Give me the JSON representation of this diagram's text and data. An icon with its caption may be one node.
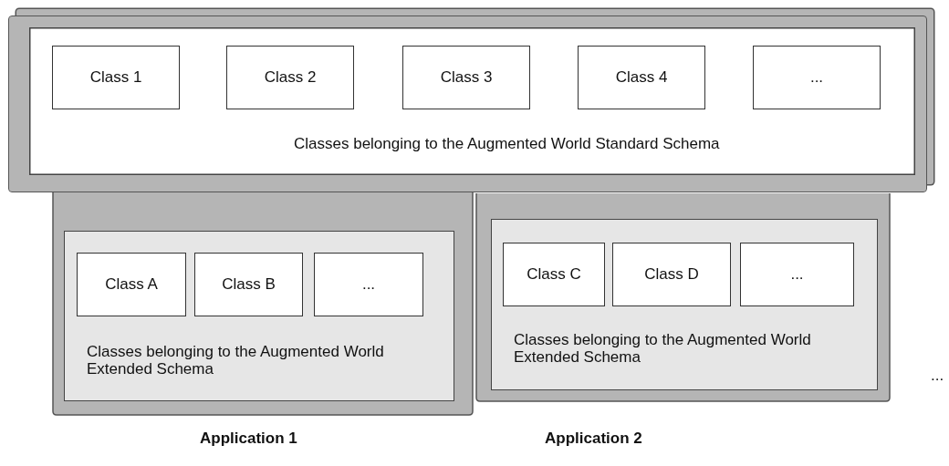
{
  "diagram": {
    "nodes": [
      {
        "text": [
          "Classes belonging to the Augmented World Standard Schema"
        ]
      },
      {
        "text": [
          "Class 1"
        ],
        "in": 0
      },
      {
        "text": [
          "Class 2"
        ],
        "in": 0
      },
      {
        "text": [
          "Class 3"
        ],
        "in": 0
      },
      {
        "text": [
          "Class 4"
        ],
        "in": 0
      },
      {
        "text": [
          "..."
        ],
        "in": 0
      },
      {
        "text": [
          "Application 1"
        ]
      },
      {
        "text": [
          "Classes belonging to the Augmented World Extended Schema"
        ],
        "in": 6
      },
      {
        "text": [
          "Class A"
        ],
        "in": 7
      },
      {
        "text": [
          "Class B"
        ],
        "in": 7
      },
      {
        "text": [
          "..."
        ],
        "in": 7
      },
      {
        "text": [
          "Application 2"
        ]
      },
      {
        "text": [
          "Classes belonging to the Augmented World Extended Schema"
        ],
        "in": 11
      },
      {
        "text": [
          "Class C"
        ],
        "in": 12
      },
      {
        "text": [
          "Class D"
        ],
        "in": 12
      },
      {
        "text": [
          "..."
        ],
        "in": 12
      }
    ],
    "labels": [
      "..."
    ]
  }
}
